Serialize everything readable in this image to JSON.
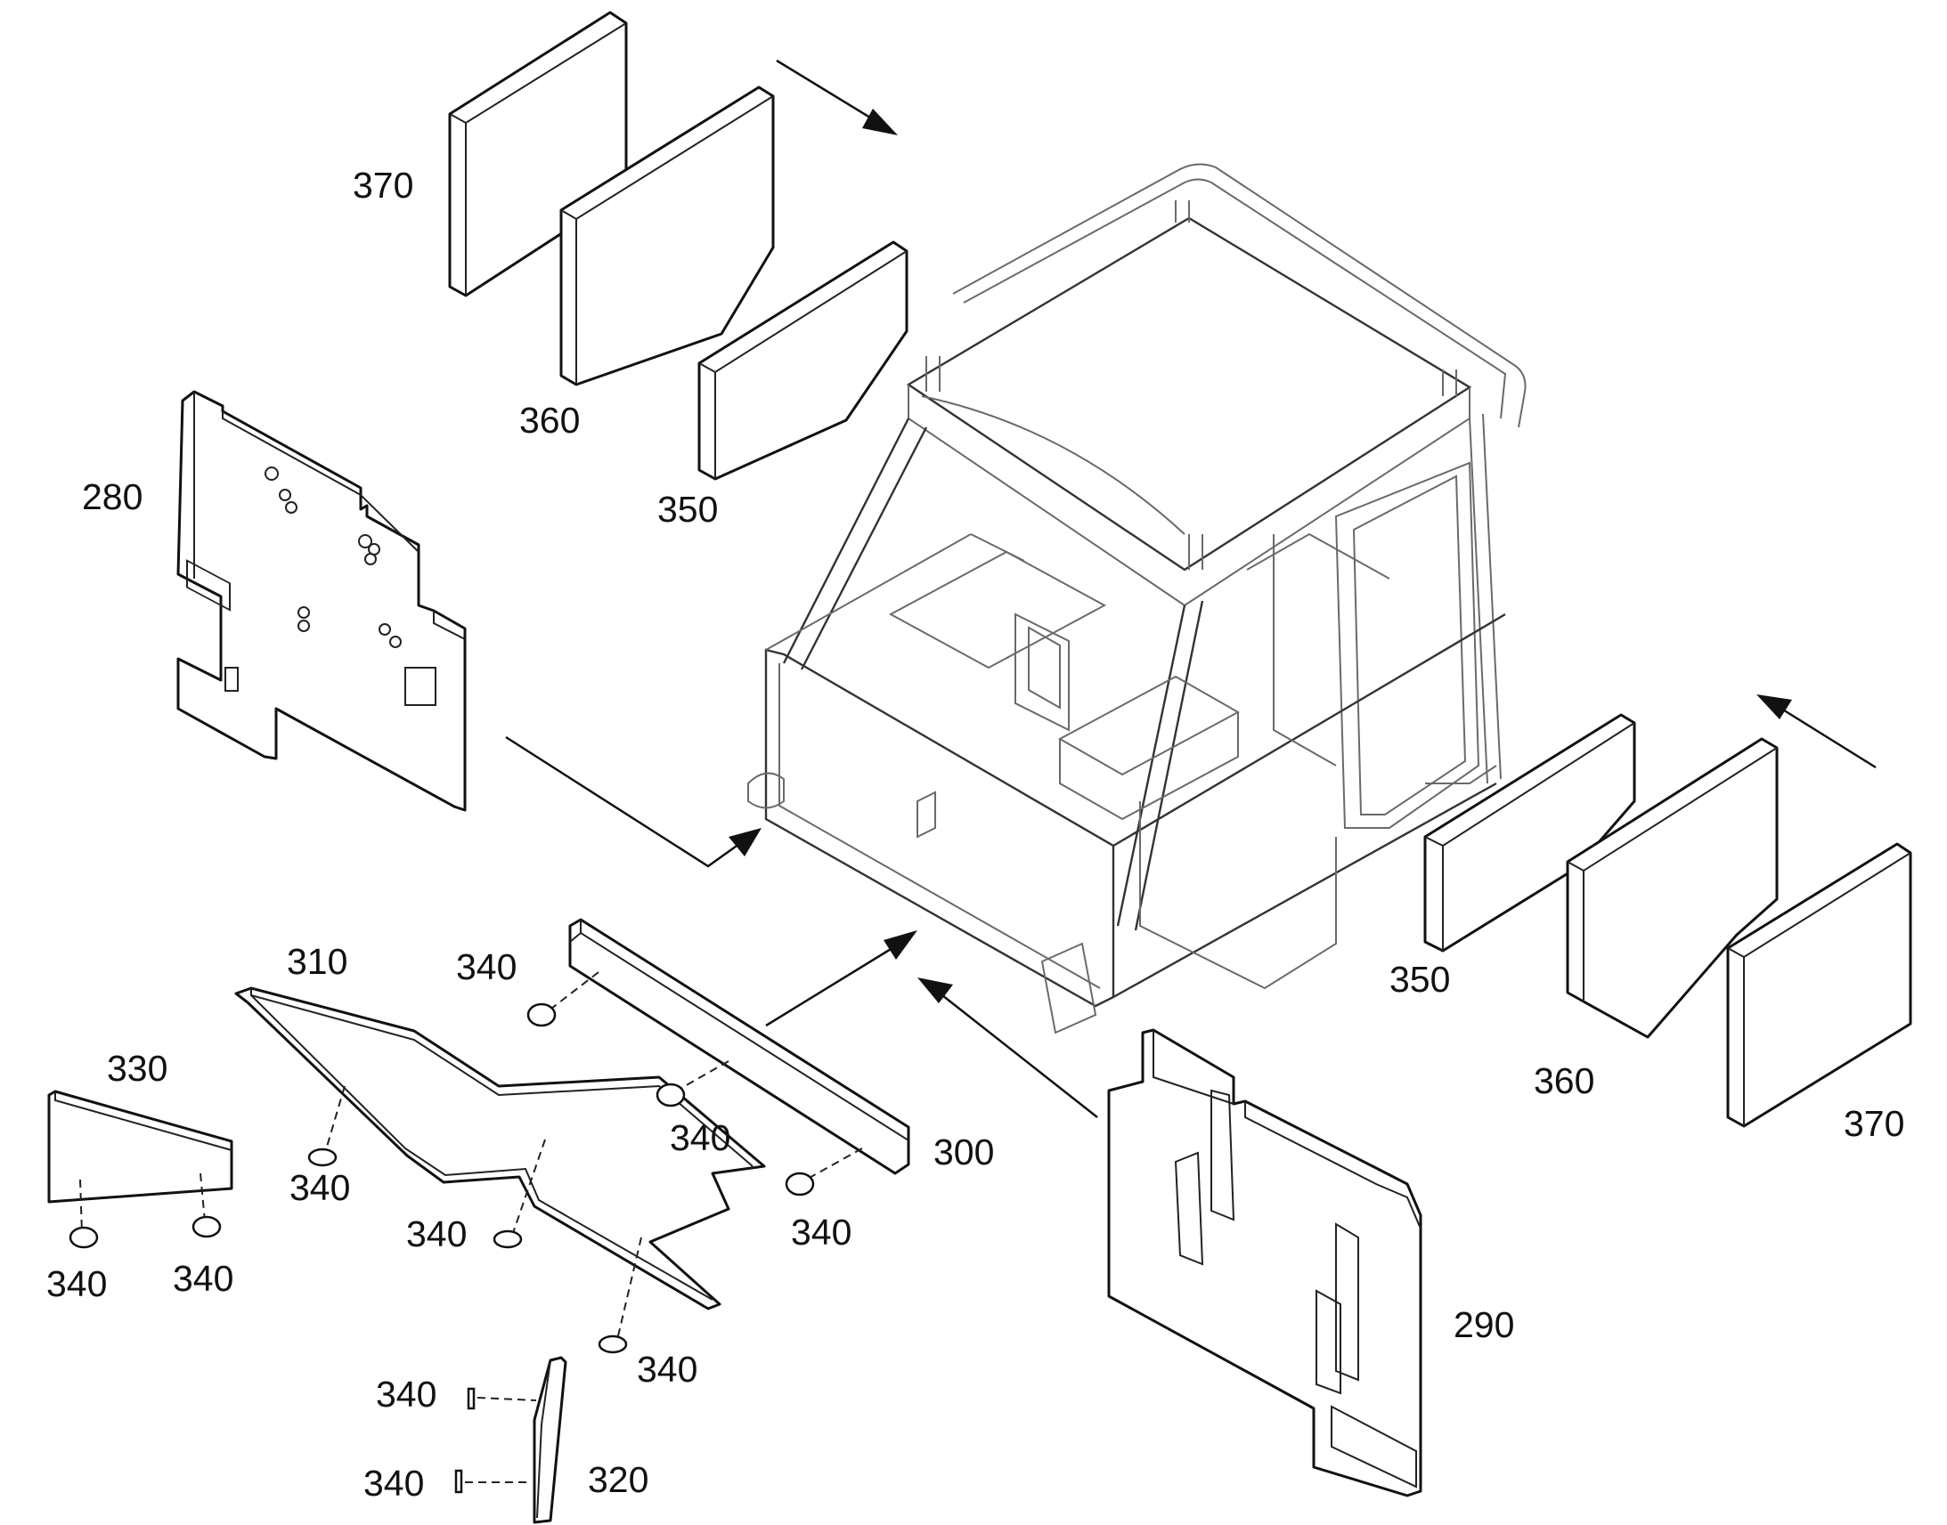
{
  "callouts": {
    "p370_top": "370",
    "p360_top": "360",
    "p350_top": "350",
    "p280": "280",
    "p310": "310",
    "p330": "330",
    "p300": "300",
    "p290": "290",
    "p350_right": "350",
    "p360_right": "360",
    "p370_right": "370",
    "p320": "320",
    "fastener": "340"
  }
}
